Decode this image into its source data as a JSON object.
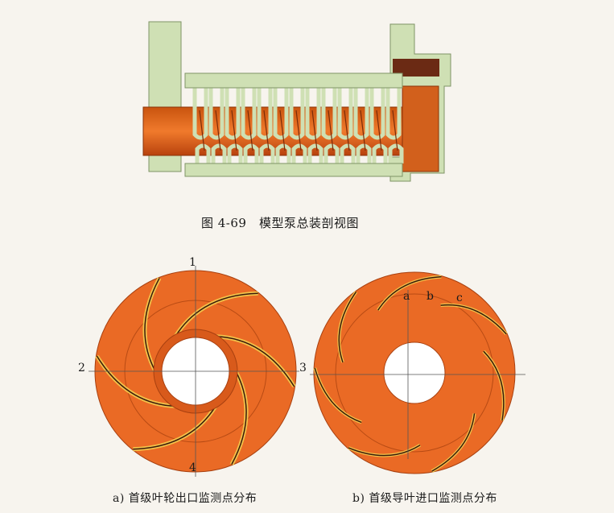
{
  "figure_main": {
    "caption": "图 4-69　模型泵总装剖视图"
  },
  "figure_a": {
    "caption": "a) 首级叶轮出口监测点分布",
    "point_labels": [
      "1",
      "2",
      "3",
      "4"
    ]
  },
  "figure_b": {
    "caption": "b) 首级导叶进口监测点分布",
    "point_labels": [
      "a",
      "b",
      "c"
    ]
  },
  "colors": {
    "casing": "#cfe0b4",
    "rotor": "#e8641e",
    "rotor_dark": "#b8420e",
    "blade_highlight": "#f2c24a",
    "background": "#f7f4ee"
  }
}
